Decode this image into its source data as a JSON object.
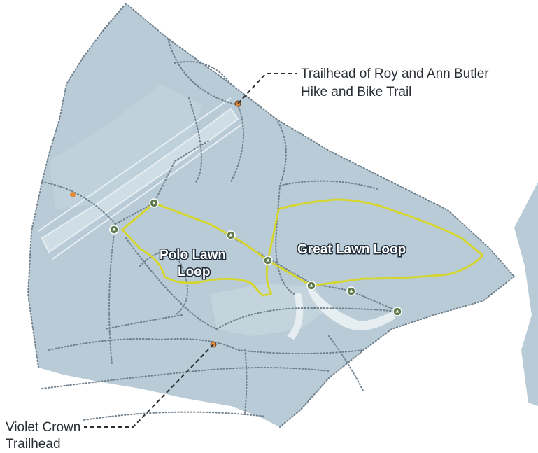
{
  "map": {
    "colors": {
      "park_fill": "#b8cbd6",
      "park_light": "#c9d8e1",
      "water_light": "#e7eef2",
      "path_dots": "#6f7f8b",
      "loop_trail": "#d6d62a",
      "marker_green": "#5f7a4a",
      "trailhead_orange": "#e08a3c",
      "callout_line": "#2a2f36"
    },
    "loops": [
      {
        "name_line1": "Polo Lawn",
        "name_line2": "Loop"
      },
      {
        "name": "Great Lawn Loop"
      }
    ],
    "trailheads": {
      "north": {
        "line1": "Trailhead of Roy and Ann Butler",
        "line2": "Hike and Bike Trail"
      },
      "south": {
        "line1": "Violet Crown",
        "line2": "Trailhead"
      }
    },
    "icons": {
      "trail_marker": "tree-marker-icon",
      "trailhead": "trailhead-dot-icon"
    }
  }
}
